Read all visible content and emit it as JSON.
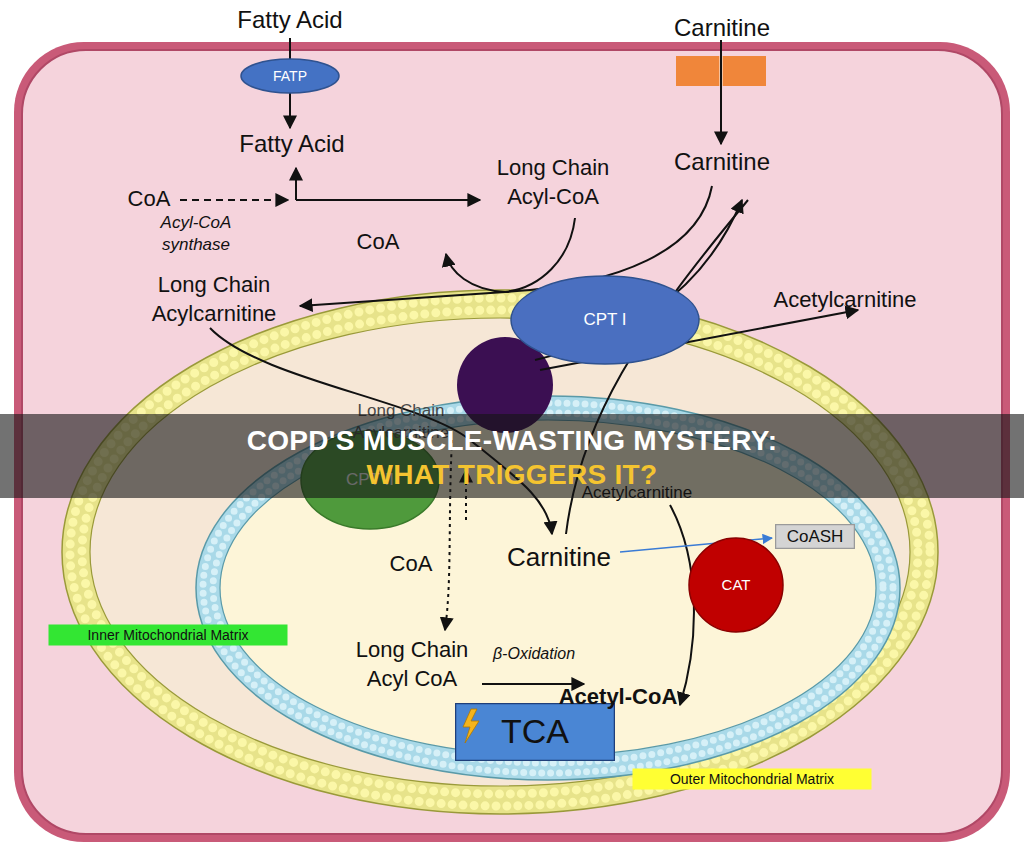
{
  "diagram": {
    "title": "COPD'S MUSCLE-WASTING MYSTERY: WHAT TRIGGERS IT?",
    "nodes": [
      {
        "text": [
          "FATP"
        ]
      },
      {
        "text": [
          "CPT I"
        ]
      },
      {
        "text": [
          "CPT II"
        ]
      },
      {
        "text": [
          "CoASH"
        ]
      },
      {
        "text": [
          "CAT"
        ]
      },
      {
        "text": [
          "Inner Mitochondrial Matrix"
        ]
      },
      {
        "text": [
          "TCA"
        ]
      },
      {
        "text": [
          "Outer Mitochondrial Matrix"
        ]
      }
    ],
    "labels": [
      "Fatty Acid",
      "Carnitine",
      "Fatty Acid",
      "CoA",
      "Acyl-CoA synthase",
      "Long Chain Acyl-CoA",
      "Carnitine",
      "CoA",
      "Long Chain Acylcarnitine",
      "Acetylcarnitine",
      "Long Chain Acylcarnitine",
      "Acetylcarnitine",
      "CoA",
      "Carnitine",
      "Long Chain Acyl CoA",
      "β-Oxidation",
      "Acetyl-CoA"
    ]
  }
}
